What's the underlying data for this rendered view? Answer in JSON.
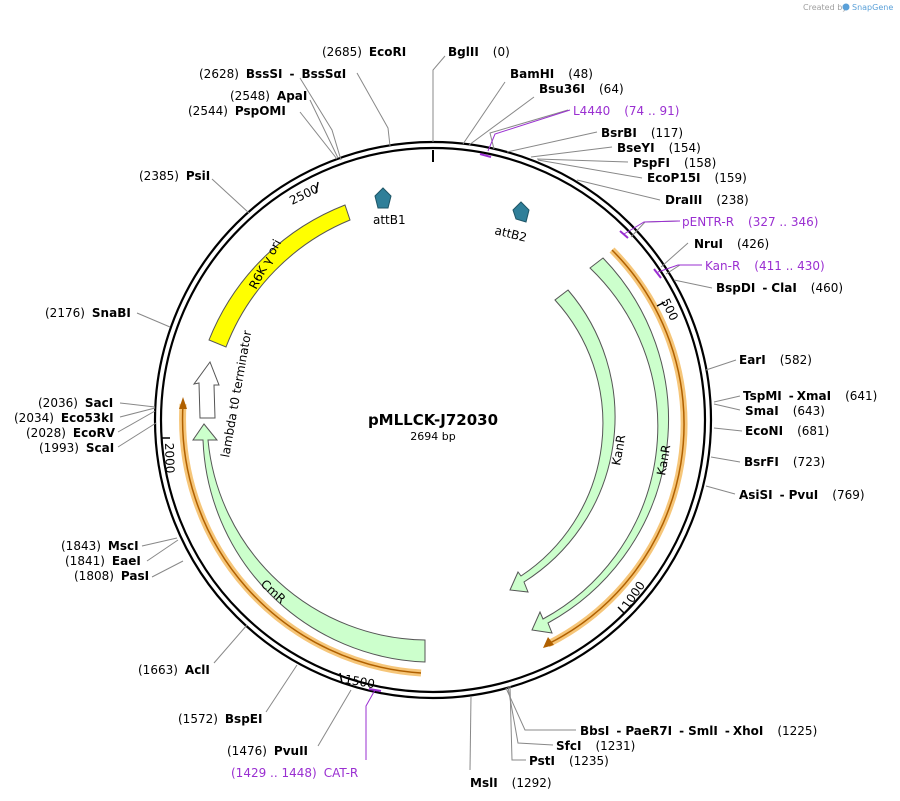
{
  "credit": {
    "prefix": "Created by",
    "brand": "SnapGene"
  },
  "plasmid": {
    "name": "pMLLCK-J72030",
    "size_label": "2694 bp"
  },
  "colors": {
    "enzyme": "#000000",
    "primer": "#9a2fd1",
    "resistance": "#ccffcc",
    "ori": "#ffff00",
    "att": "#2f7f99",
    "primer_site_highlight": "#f6c679"
  },
  "enzymes": {
    "EcoRI": {
      "name": "EcoRI",
      "pos": "(2685)"
    },
    "BglII": {
      "name": "BglII",
      "pos": "(0)"
    },
    "BssSI": {
      "name1": "BssSI",
      "sep": "-",
      "name2": "BssSαI",
      "pos": "(2628)"
    },
    "BamHI": {
      "name": "BamHI",
      "pos": "(48)"
    },
    "Bsu36I": {
      "name": "Bsu36I",
      "pos": "(64)"
    },
    "ApaI": {
      "name": "ApaI",
      "pos": "(2548)"
    },
    "PspOMI": {
      "name": "PspOMI",
      "pos": "(2544)"
    },
    "BsrBI": {
      "name": "BsrBI",
      "pos": "(117)"
    },
    "BseYI": {
      "name": "BseYI",
      "pos": "(154)"
    },
    "PspFI": {
      "name": "PspFI",
      "pos": "(158)"
    },
    "EcoP15I": {
      "name": "EcoP15I",
      "pos": "(159)"
    },
    "PsiI": {
      "name": "PsiI",
      "pos": "(2385)"
    },
    "DraIII": {
      "name": "DraIII",
      "pos": "(238)"
    },
    "NruI": {
      "name": "NruI",
      "pos": "(426)"
    },
    "BspDI": {
      "name1": "BspDI",
      "sep": "-",
      "name2": "ClaI",
      "pos": "(460)"
    },
    "SnaBI": {
      "name": "SnaBI",
      "pos": "(2176)"
    },
    "EarI": {
      "name": "EarI",
      "pos": "(582)"
    },
    "TspMI": {
      "name1": "TspMI",
      "sep": "-",
      "name2": "XmaI",
      "pos": "(641)"
    },
    "SmaI": {
      "name": "SmaI",
      "pos": "(643)"
    },
    "SacI": {
      "name": "SacI",
      "pos": "(2036)"
    },
    "Eco53kI": {
      "name": "Eco53kI",
      "pos": "(2034)"
    },
    "EcoNI": {
      "name": "EcoNI",
      "pos": "(681)"
    },
    "EcoRV": {
      "name": "EcoRV",
      "pos": "(2028)"
    },
    "ScaI": {
      "name": "ScaI",
      "pos": "(1993)"
    },
    "BsrFI": {
      "name": "BsrFI",
      "pos": "(723)"
    },
    "AsiSI": {
      "name1": "AsiSI",
      "sep": "-",
      "name2": "PvuI",
      "pos": "(769)"
    },
    "MscI": {
      "name": "MscI",
      "pos": "(1843)"
    },
    "EaeI": {
      "name": "EaeI",
      "pos": "(1841)"
    },
    "PasI": {
      "name": "PasI",
      "pos": "(1808)"
    },
    "AclI": {
      "name": "AclI",
      "pos": "(1663)"
    },
    "BbsI": {
      "name1": "BbsI",
      "sep1": "-",
      "name2": "PaeR7I",
      "sep2": "-",
      "name3": "SmlI",
      "sep3": "-",
      "name4": "XhoI",
      "pos": "(1225)"
    },
    "SfcI": {
      "name": "SfcI",
      "pos": "(1231)"
    },
    "BspEI": {
      "name": "BspEI",
      "pos": "(1572)"
    },
    "PstI": {
      "name": "PstI",
      "pos": "(1235)"
    },
    "PvuII": {
      "name": "PvuII",
      "pos": "(1476)"
    },
    "MslI": {
      "name": "MslI",
      "pos": "(1292)"
    }
  },
  "primers": {
    "L4440": {
      "name": "L4440",
      "range": "(74 .. 91)"
    },
    "pENTR_R": {
      "name": "pENTR-R",
      "range": "(327 .. 346)"
    },
    "Kan_R": {
      "name": "Kan-R",
      "range": "(411 .. 430)"
    },
    "CAT_R": {
      "name": "CAT-R",
      "range": "(1429 .. 1448)"
    }
  },
  "features": {
    "attB1": "attB1",
    "attB2": "attB2",
    "R6K": "R6K γ ori",
    "lambda_t0": "lambda t0 terminator",
    "KanR_inner": "KanR",
    "KanR_outer": "KanR",
    "CmR": "CmR"
  },
  "ticks": {
    "t500": "500",
    "t1000": "1000",
    "t1500": "1500",
    "t2000": "2000",
    "t2500": "2500"
  }
}
